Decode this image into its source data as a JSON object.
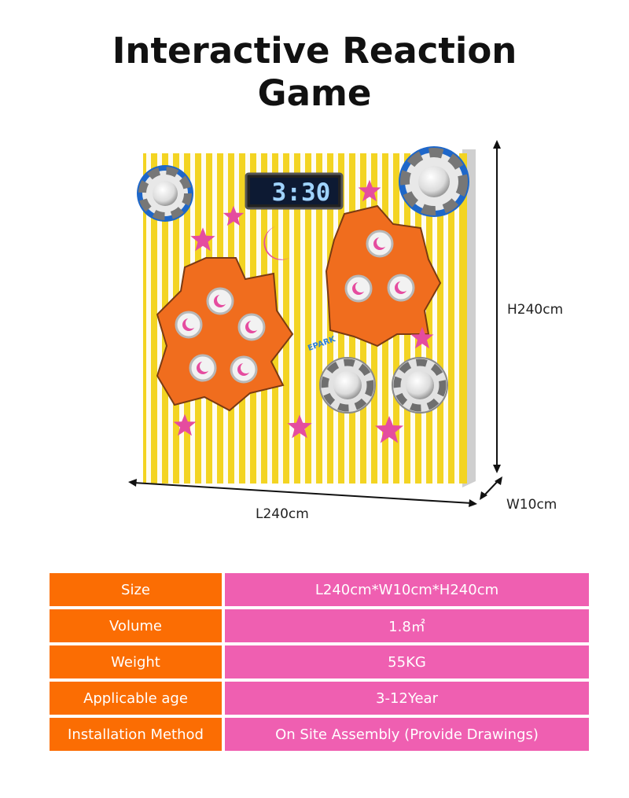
{
  "title_line1": "Interactive Reaction",
  "title_line2": "Game",
  "product_image": {
    "timer_display": "3:30",
    "logo_text": "EPARK"
  },
  "dimensions": {
    "height_label": "H240cm",
    "length_label": "L240cm",
    "width_label": "W10cm"
  },
  "colors": {
    "label_bg": "#fb6d03",
    "value_bg": "#ef5fb1",
    "panel_yellow": "#f3d422",
    "gear_orange": "#f06d1e",
    "star_pink": "#e54c9f",
    "ring_blue": "#1e67c9"
  },
  "specs": [
    {
      "label": "Size",
      "value": "L240cm*W10cm*H240cm"
    },
    {
      "label": "Volume",
      "value": "1.8㎡"
    },
    {
      "label": "Weight",
      "value": "55KG"
    },
    {
      "label": "Applicable age",
      "value": "3-12Year"
    },
    {
      "label": "Installation Method",
      "value": "On Site Assembly (Provide Drawings)"
    }
  ]
}
